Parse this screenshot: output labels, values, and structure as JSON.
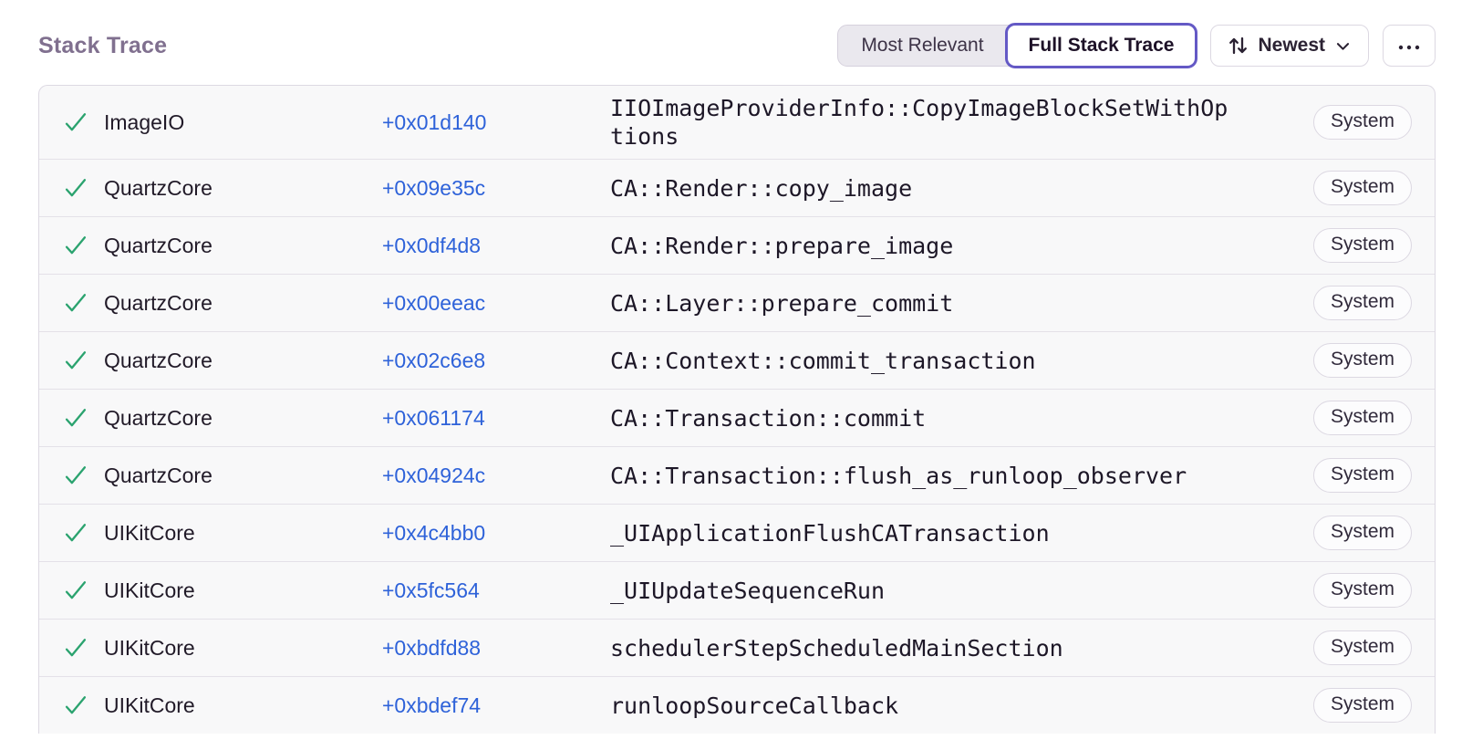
{
  "page": {
    "title": "Stack Trace"
  },
  "controls": {
    "segments": {
      "most_relevant": {
        "label": "Most Relevant",
        "selected": false
      },
      "full_stack_trace": {
        "label": "Full Stack Trace",
        "selected": true
      }
    },
    "sort": {
      "label": "Newest",
      "icon": "up-down-arrows-icon",
      "chevron": "chevron-down-icon"
    },
    "more": {
      "icon": "ellipsis-icon"
    }
  },
  "colors": {
    "accent_purple": "#6459c5",
    "link_blue": "#2e62d9",
    "check_green": "#2ba36f",
    "heading_gray_purple": "#80708f",
    "row_background": "#f8f8f9"
  },
  "table": {
    "row_status_icon": "checkmark-icon",
    "frames": [
      {
        "module": "ImageIO",
        "address": "+0x01d140",
        "function": "IIOImageProviderInfo::CopyImageBlockSetWithOptions",
        "badge": "System"
      },
      {
        "module": "QuartzCore",
        "address": "+0x09e35c",
        "function": "CA::Render::copy_image",
        "badge": "System"
      },
      {
        "module": "QuartzCore",
        "address": "+0x0df4d8",
        "function": "CA::Render::prepare_image",
        "badge": "System"
      },
      {
        "module": "QuartzCore",
        "address": "+0x00eeac",
        "function": "CA::Layer::prepare_commit",
        "badge": "System"
      },
      {
        "module": "QuartzCore",
        "address": "+0x02c6e8",
        "function": "CA::Context::commit_transaction",
        "badge": "System"
      },
      {
        "module": "QuartzCore",
        "address": "+0x061174",
        "function": "CA::Transaction::commit",
        "badge": "System"
      },
      {
        "module": "QuartzCore",
        "address": "+0x04924c",
        "function": "CA::Transaction::flush_as_runloop_observer",
        "badge": "System"
      },
      {
        "module": "UIKitCore",
        "address": "+0x4c4bb0",
        "function": "_UIApplicationFlushCATransaction",
        "badge": "System"
      },
      {
        "module": "UIKitCore",
        "address": "+0x5fc564",
        "function": "_UIUpdateSequenceRun",
        "badge": "System"
      },
      {
        "module": "UIKitCore",
        "address": "+0xbdfd88",
        "function": "schedulerStepScheduledMainSection",
        "badge": "System"
      },
      {
        "module": "UIKitCore",
        "address": "+0xbdef74",
        "function": "runloopSourceCallback",
        "badge": "System"
      }
    ]
  }
}
